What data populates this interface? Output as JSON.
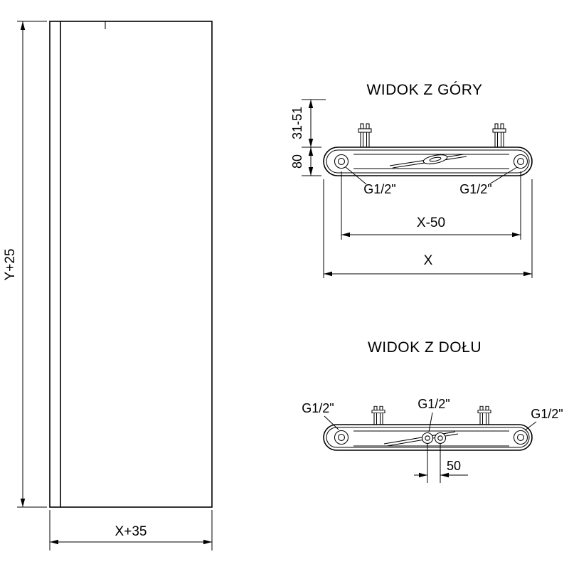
{
  "page": {
    "background": "#ffffff",
    "line_color": "#000000"
  },
  "front_view": {
    "height_dim": "Y+25",
    "width_dim": "X+35"
  },
  "top_view": {
    "title": "WIDOK Z GÓRY",
    "wall_distance_dim": "31-51",
    "depth_dim": "80",
    "left_port": "G1/2\"",
    "right_port": "G1/2\"",
    "port_spacing_dim": "X-50",
    "width_dim": "X"
  },
  "bottom_view": {
    "title": "WIDOK Z DOŁU",
    "left_port": "G1/2\"",
    "center_port": "G1/2\"",
    "right_port": "G1/2\"",
    "center_spacing_dim": "50"
  }
}
